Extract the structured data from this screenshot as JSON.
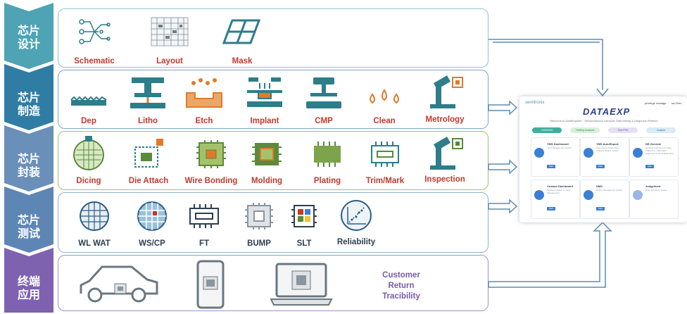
{
  "stages": [
    {
      "label": "芯片\n设计",
      "color": "#4ea3b5"
    },
    {
      "label": "芯片\n制造",
      "color": "#2f7da4"
    },
    {
      "label": "芯片\n封装",
      "color": "#6a8fb8"
    },
    {
      "label": "芯片\n测试",
      "color": "#5d86b5"
    },
    {
      "label": "终端\n应用",
      "color": "#7e62b0"
    }
  ],
  "rows": {
    "design": {
      "items": [
        {
          "label": "Schematic",
          "icon": "schematic-icon"
        },
        {
          "label": "Layout",
          "icon": "layout-icon"
        },
        {
          "label": "Mask",
          "icon": "mask-icon"
        }
      ],
      "label_color": "#c0392b",
      "border_color": "#8fc2cf"
    },
    "manufacturing": {
      "items": [
        {
          "label": "Dep",
          "icon": "deposition-icon"
        },
        {
          "label": "Litho",
          "icon": "lithography-icon"
        },
        {
          "label": "Etch",
          "icon": "etch-icon"
        },
        {
          "label": "Implant",
          "icon": "implant-icon"
        },
        {
          "label": "CMP",
          "icon": "cmp-icon"
        },
        {
          "label": "Clean",
          "icon": "clean-icon"
        },
        {
          "label": "Metrology",
          "icon": "metrology-icon"
        }
      ],
      "label_color": "#c0392b",
      "border_color": "#7aa6c4"
    },
    "packaging": {
      "items": [
        {
          "label": "Dicing",
          "icon": "dicing-icon"
        },
        {
          "label": "Die Attach",
          "icon": "die-attach-icon"
        },
        {
          "label": "Wire Bonding",
          "icon": "wire-bonding-icon"
        },
        {
          "label": "Molding",
          "icon": "molding-icon"
        },
        {
          "label": "Plating",
          "icon": "plating-icon"
        },
        {
          "label": "Trim/Mark",
          "icon": "trim-mark-icon"
        },
        {
          "label": "Inspection",
          "icon": "inspection-icon"
        }
      ],
      "label_color": "#c0392b",
      "border_color": "#a5c26b"
    },
    "testing": {
      "items": [
        {
          "label": "WL WAT",
          "icon": "wafer-grid-icon"
        },
        {
          "label": "WS/CP",
          "icon": "wafer-sort-icon"
        },
        {
          "label": "FT",
          "icon": "ic-package-icon"
        },
        {
          "label": "BUMP",
          "icon": "bump-chip-icon"
        },
        {
          "label": "SLT",
          "icon": "slt-chip-icon"
        },
        {
          "label": "Reliability",
          "icon": "reliability-chart-icon"
        }
      ],
      "label_color": "#2c3e50",
      "border_color": "#8fb4c8"
    },
    "application": {
      "customer_return": "Customer\nReturn\nTracibility",
      "label_color": "#7a5aa8",
      "border_color": "#a58fc8",
      "icons": [
        "car-icon",
        "phone-icon",
        "laptop-icon"
      ]
    }
  },
  "dashboard": {
    "logo": "DATAEXP",
    "company": "semitronix",
    "subtitle": "Welcome to DataExplorer - Semiconductor Lifecycle Data Mining & Diagnosis Platform",
    "top_right_1": "privilege manage",
    "top_right_2": "sa.Zhen",
    "tabs": [
      "YMS/DMS",
      "Yielding Analysis",
      "Test PSS",
      "Custom"
    ],
    "cards": [
      {
        "title": "YMS Dashboard",
        "desc": "Yield Management System",
        "color": "#3a7fd5"
      },
      {
        "title": "YMS AutoReport",
        "desc": "Automated / Customized Analysis Report System",
        "color": "#3a7fd5"
      },
      {
        "title": "DE-General",
        "desc": "General Interface from Raw Analysis to Yield Data Diagnosis on Semi-Data Sets",
        "color": "#3a7fd5"
      },
      {
        "title": "Custom Dashboard",
        "desc": "Intelligent Defect & Yield Management",
        "color": "#3a7fd5"
      },
      {
        "title": "DMS",
        "desc": "Defect Management System",
        "color": "#3a7fd5"
      },
      {
        "title": "Judgement",
        "desc": "Data Operation System",
        "color": "#3a7fd5"
      }
    ],
    "button_label": "Start"
  },
  "colors": {
    "arrow": "#5e8bb0",
    "icon_teal": "#2e7d8a",
    "icon_green": "#5a8a3a",
    "icon_orange": "#e07a2a"
  }
}
